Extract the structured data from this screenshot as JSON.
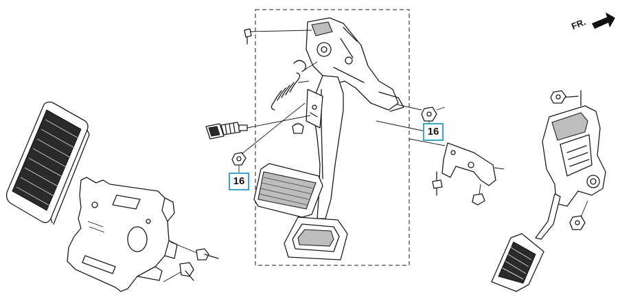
{
  "diagram": {
    "direction_label": "FR.",
    "callouts": [
      {
        "id": "callout-nut-center",
        "label": "16"
      },
      {
        "id": "callout-nut-right",
        "label": "16"
      }
    ],
    "callout_border_color": "#3aa7c9",
    "icons": [
      "accelerator-pedal-pad-icon",
      "bracket-icon",
      "pedal-assembly-icon",
      "brake-pedal-pad-icon",
      "return-spring-icon",
      "stop-switch-icon",
      "nut-icon",
      "bolt-icon",
      "accelerator-pedal-module-icon",
      "front-arrow-icon"
    ]
  }
}
